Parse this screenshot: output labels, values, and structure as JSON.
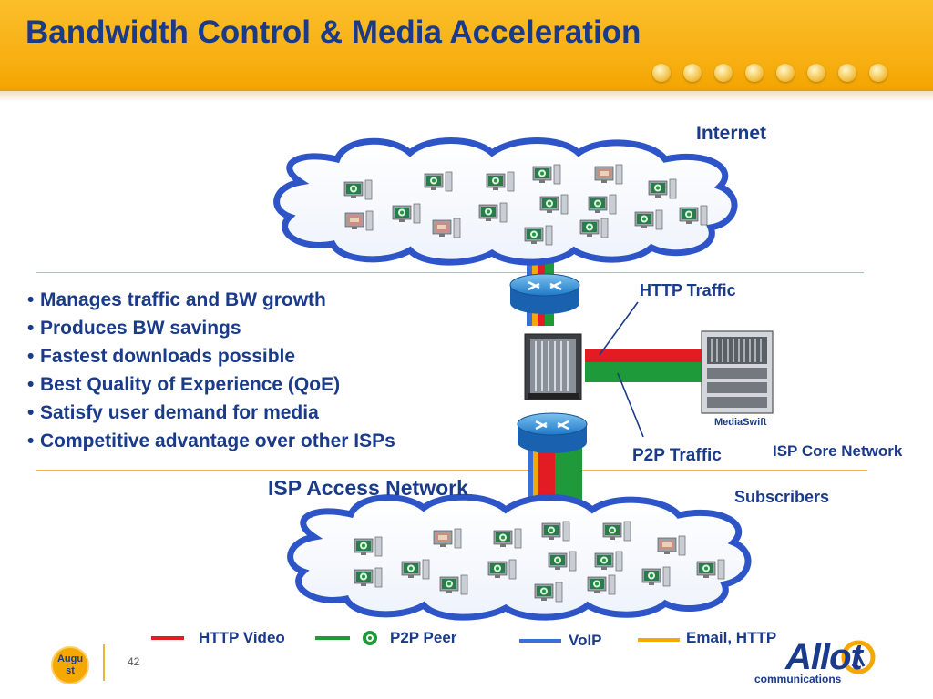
{
  "title": "Bandwidth Control & Media Acceleration",
  "labels": {
    "internet": "Internet",
    "http_traffic": "HTTP Traffic",
    "p2p_traffic": "P2P Traffic",
    "mediaswift": "MediaSwift",
    "isp_core": "ISP Core Network",
    "isp_access": "ISP Access Network",
    "subscribers": "Subscribers"
  },
  "bullets": [
    "Manages traffic and BW growth",
    "Produces BW savings",
    "Fastest downloads possible",
    "Best Quality of Experience (QoE)",
    "Satisfy user demand for media",
    "Competitive advantage over other ISPs"
  ],
  "legend": [
    {
      "label": "HTTP Video",
      "color": "#e31b23"
    },
    {
      "label": "P2P Peer",
      "color": "#1e9a3a"
    },
    {
      "label": "VoIP",
      "color": "#3a6fd8"
    },
    {
      "label": "Email, HTTP",
      "color": "#f5a800"
    }
  ],
  "footer": {
    "date": "August",
    "page": "42",
    "logo": "Allot",
    "logo_sub": "communications"
  },
  "colors": {
    "title": "#1a3a8a",
    "header": "#f7ae10",
    "http": "#e31b23",
    "p2p": "#1e9a3a",
    "voip": "#3a6fd8",
    "email": "#f5a800"
  }
}
